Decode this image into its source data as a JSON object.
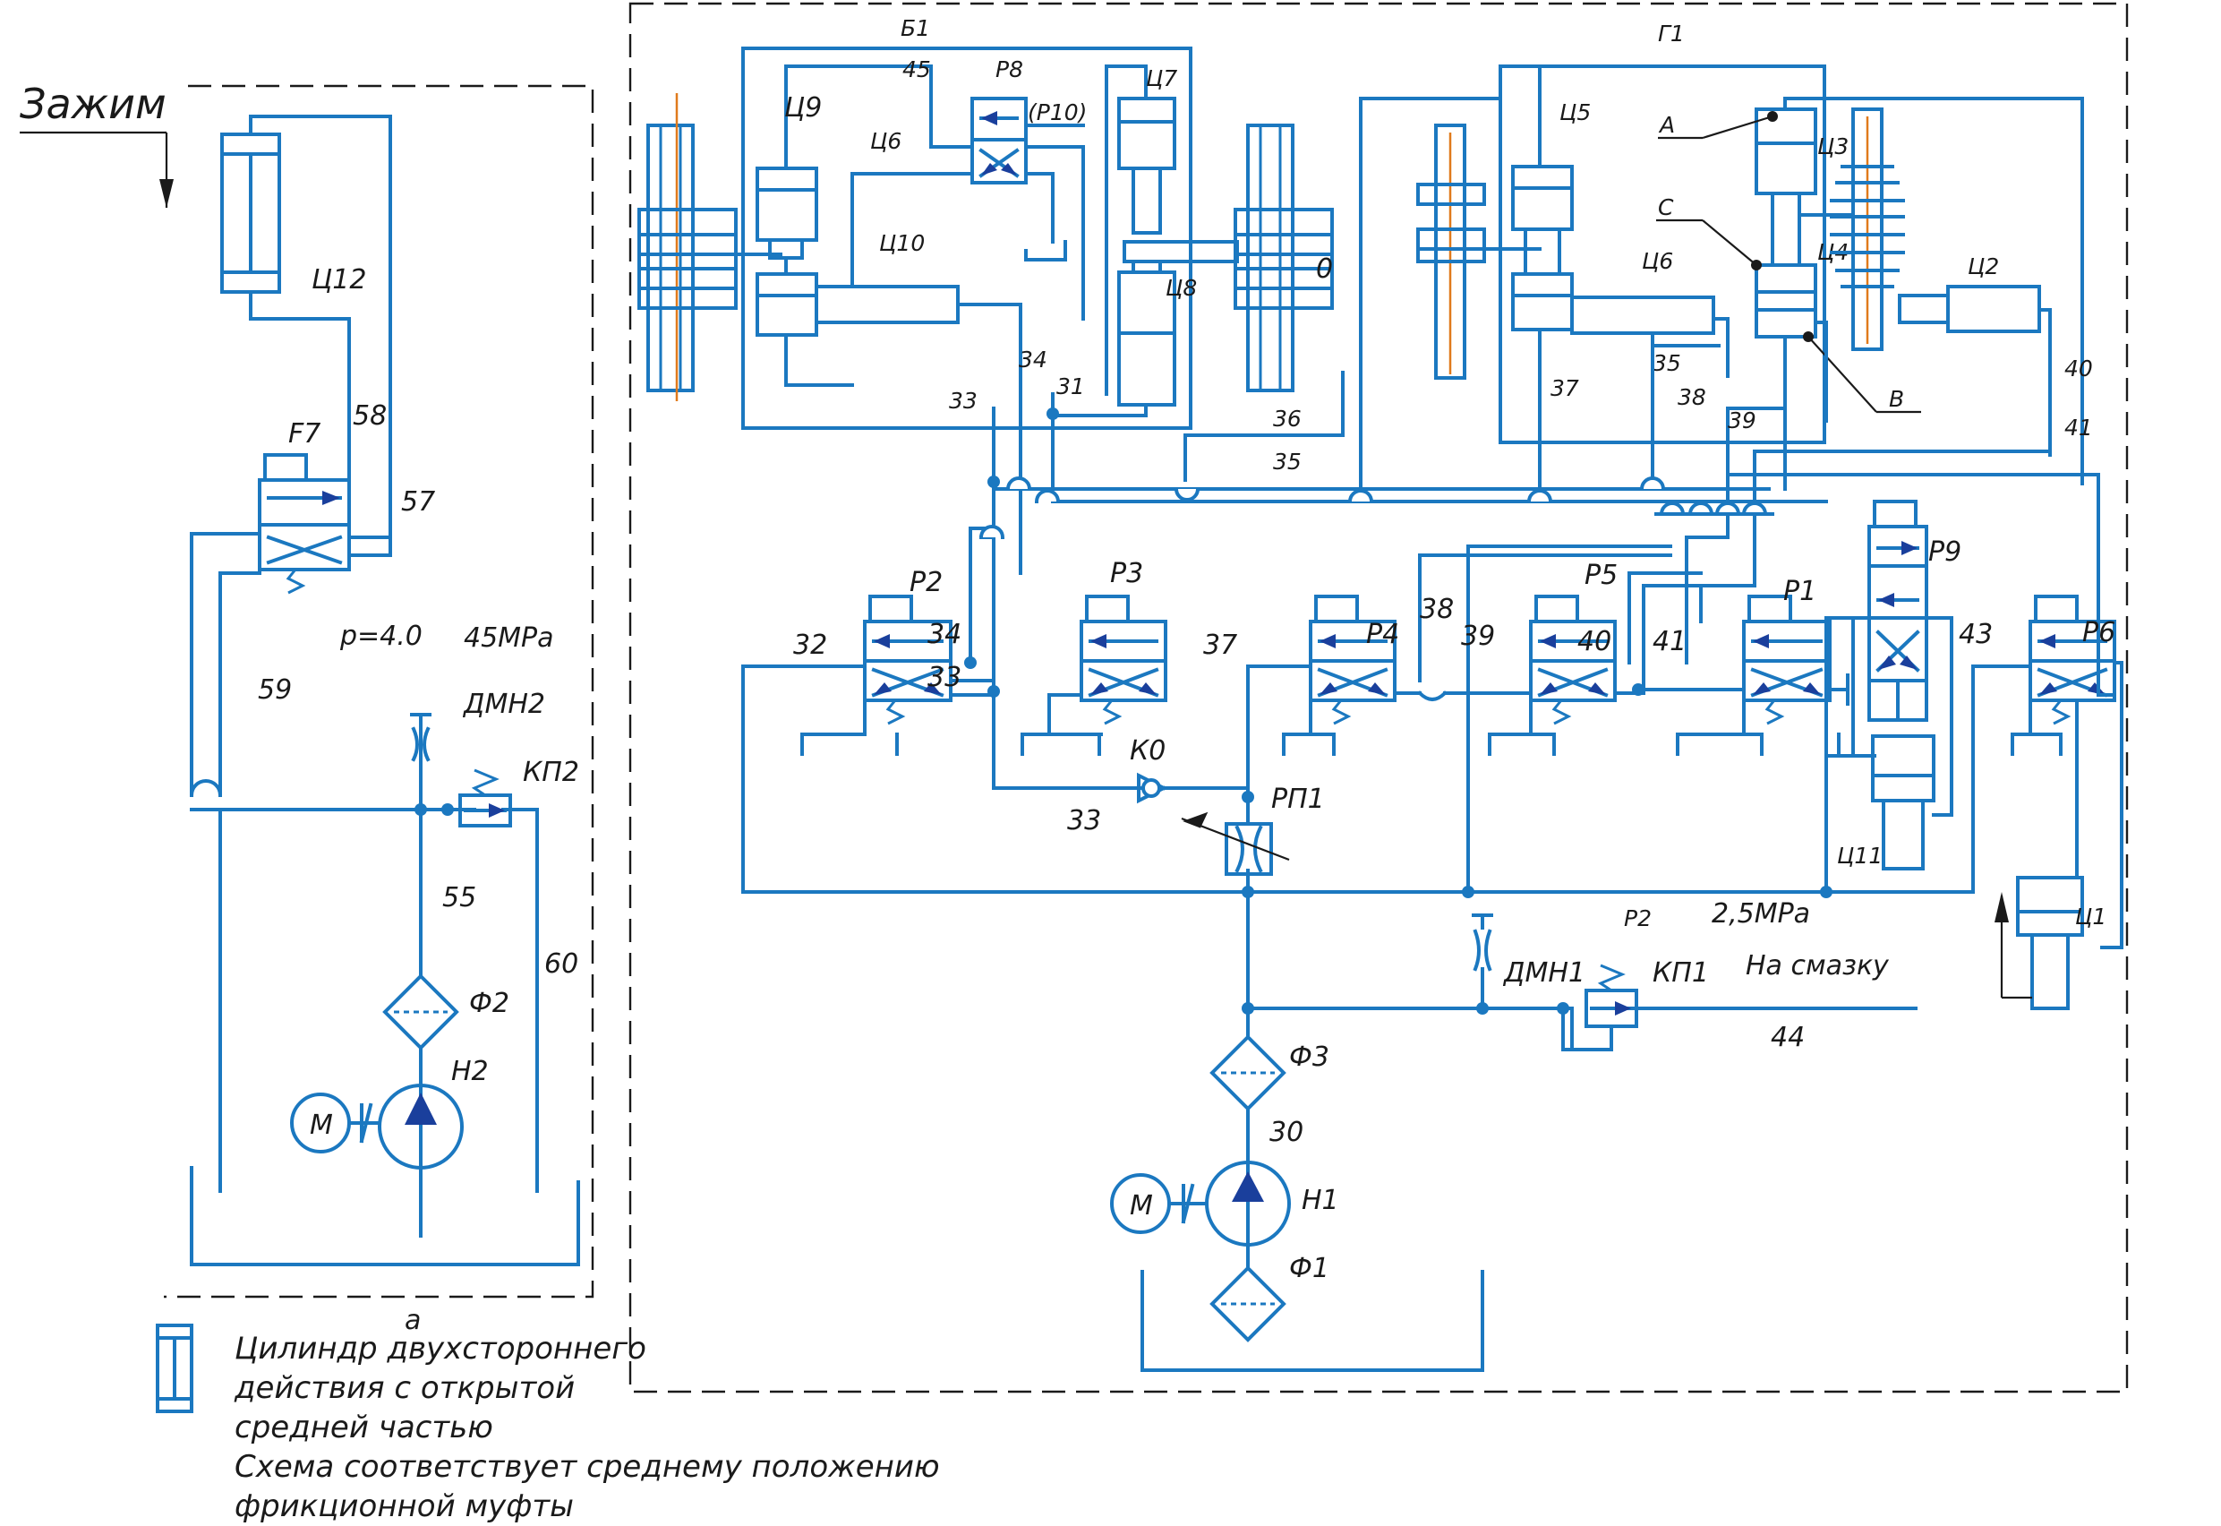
{
  "title": "Зажим",
  "pressure_left": "p=4.0",
  "pressure_left_2": "45MPa",
  "pressure_main": "2,5MPa",
  "lubrication": "На смазку",
  "subfigure": "a",
  "legend": {
    "line1": "Цилиндр двухстороннего",
    "line2": "действия с открытой",
    "line3": "средней частью",
    "line4": "Схема соответствует среднему положению",
    "line5": "фрикционной муфты"
  },
  "blocks": {
    "b1": "Б1",
    "g1": "Г1"
  },
  "cylinders": {
    "c12": "Ц12",
    "c9": "Ц9",
    "c6a": "Ц6",
    "c10": "Ц10",
    "c7": "Ц7",
    "c8": "Ц8",
    "c5": "Ц5",
    "c6b": "Ц6",
    "c3": "Ц3",
    "c4": "Ц4",
    "c2": "Ц2",
    "c11": "Ц11",
    "c1": "Ц1"
  },
  "valves": {
    "f7": "F7",
    "p8": "Р8",
    "p10": "(Р10)",
    "p2": "Р2",
    "p3": "Р3",
    "p4": "Р4",
    "p5": "Р5",
    "p1": "Р1",
    "p9": "Р9",
    "p6": "Р6",
    "p2b": "Р2"
  },
  "devices": {
    "dmn2": "ДМН2",
    "kp2": "КП2",
    "f2": "Ф2",
    "h2": "Н2",
    "m2": "М",
    "k0": "К0",
    "rp1": "РП1",
    "dmn1": "ДМН1",
    "kp1": "КП1",
    "f3": "Ф3",
    "h1": "Н1",
    "f1": "Ф1",
    "m1": "М"
  },
  "markers": {
    "a": "A",
    "c": "C",
    "b": "B",
    "zero": "0"
  },
  "lines": {
    "l58": "58",
    "l57": "57",
    "l59": "59",
    "l55": "55",
    "l60": "60",
    "l45": "45",
    "l34a": "34",
    "l31": "31",
    "l33a": "33",
    "l36": "36",
    "l35a": "35",
    "l37a": "37",
    "l35b": "35",
    "l38a": "38",
    "l39a": "39",
    "l40a": "40",
    "l41a": "41",
    "l32": "32",
    "l34b": "34",
    "l33b": "33",
    "l37b": "37",
    "l38b": "38",
    "l39b": "39",
    "l40b": "40",
    "l41b": "41",
    "l43": "43",
    "l33c": "33",
    "l44": "44",
    "l30": "30"
  }
}
